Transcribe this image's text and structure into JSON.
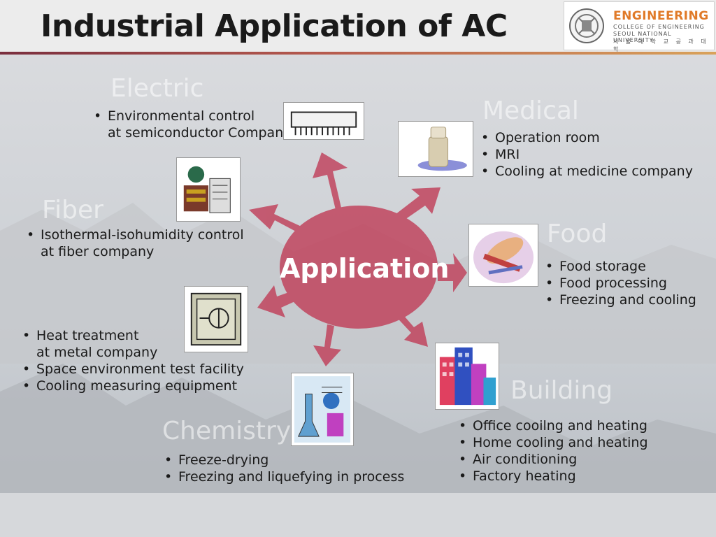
{
  "title": "Industrial Application of AC",
  "logo": {
    "brand": "ENGINEERING",
    "line1": "COLLEGE OF ENGINEERING",
    "line2": "SEOUL NATIONAL UNIVERSITY",
    "line3": "서 울 대 학 교 공 과 대 학"
  },
  "center_label": "Application",
  "categories": {
    "electric": "Electric",
    "medical": "Medical",
    "fiber": "Fiber",
    "food": "Food",
    "building": "Building",
    "chemistry": "Chemistry"
  },
  "electric": {
    "items": [
      "Environmental control",
      "at semiconductor Company"
    ]
  },
  "medical": {
    "items": [
      "Operation room",
      "MRI",
      "Cooling at medicine company"
    ]
  },
  "fiber": {
    "items": [
      "Isothermal-isohumidity control",
      "at fiber company"
    ]
  },
  "food": {
    "items": [
      "Food storage",
      "Food processing",
      "Freezing and cooling"
    ]
  },
  "metal": {
    "items": [
      "Heat treatment",
      "at metal company",
      "Space environment test facility",
      "Cooling measuring equipment"
    ]
  },
  "building": {
    "items": [
      "Office cooilng and heating",
      "Home cooling and heating",
      "Air conditioning",
      "Factory heating"
    ]
  },
  "chemistry": {
    "items": [
      "Freeze-drying",
      "Freezing and liquefying in process"
    ]
  },
  "colors": {
    "hub": "#c0405a",
    "arrow": "#c0405a",
    "title_rule": "#b65a4e",
    "logo_text": "#e07a28"
  }
}
